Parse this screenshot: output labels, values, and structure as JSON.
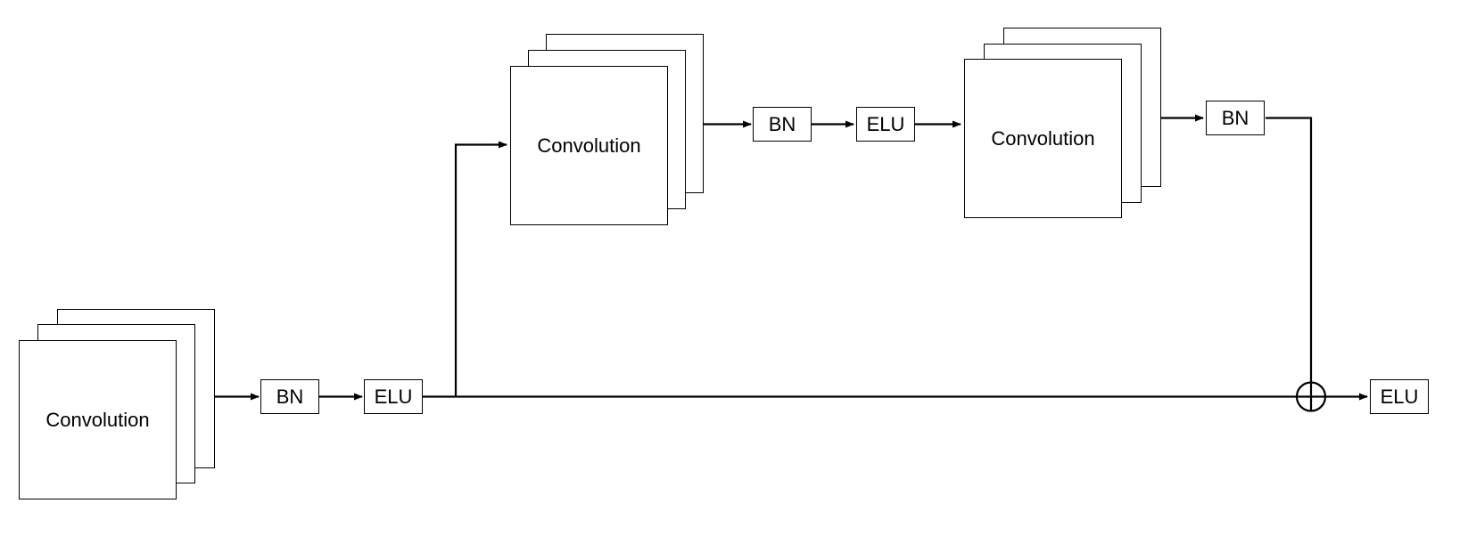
{
  "diagram": {
    "kind": "neural-network-block-flowchart",
    "colors": {
      "stroke": "#000000",
      "fill": "#ffffff",
      "text": "#000000"
    },
    "nodes": {
      "conv1": {
        "label": "Convolution",
        "shape": "stacked-feature-maps"
      },
      "bn1": {
        "label": "BN"
      },
      "elu1": {
        "label": "ELU"
      },
      "conv2": {
        "label": "Convolution",
        "shape": "stacked-feature-maps"
      },
      "bn2": {
        "label": "BN"
      },
      "elu2": {
        "label": "ELU"
      },
      "conv3": {
        "label": "Convolution",
        "shape": "stacked-feature-maps"
      },
      "bn3": {
        "label": "BN"
      },
      "add": {
        "symbol": "⊕",
        "shape": "circled-plus-junction"
      },
      "elu3": {
        "label": "ELU"
      }
    },
    "edges": [
      {
        "from": "conv1",
        "to": "bn1"
      },
      {
        "from": "bn1",
        "to": "elu1"
      },
      {
        "from": "elu1",
        "to": "conv2",
        "via": "branch-up"
      },
      {
        "from": "conv2",
        "to": "bn2"
      },
      {
        "from": "bn2",
        "to": "elu2"
      },
      {
        "from": "elu2",
        "to": "conv3"
      },
      {
        "from": "conv3",
        "to": "bn3"
      },
      {
        "from": "bn3",
        "to": "add",
        "via": "right-then-down"
      },
      {
        "from": "elu1",
        "to": "add",
        "via": "skip-connection"
      },
      {
        "from": "add",
        "to": "elu3"
      }
    ]
  }
}
